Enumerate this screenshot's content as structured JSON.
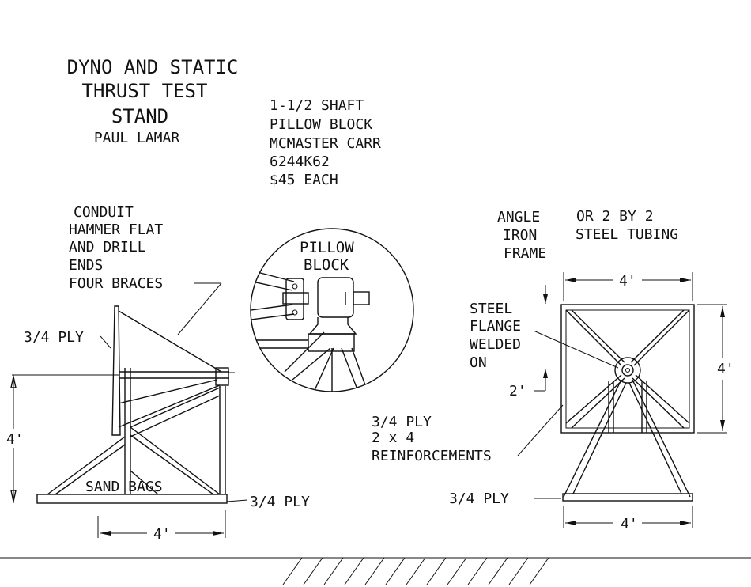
{
  "title": {
    "line1": "DYNO AND STATIC",
    "line2": "THRUST TEST",
    "line3": "STAND",
    "author": "PAUL LAMAR"
  },
  "pillow_note": {
    "line1": "1-1/2 SHAFT",
    "line2": "PILLOW BLOCK",
    "line3": "MCMASTER CARR",
    "line4": "6244K62",
    "line5": "$45 EACH"
  },
  "conduit_note": {
    "line1": "CONDUIT",
    "line2": "HAMMER FLAT",
    "line3": "AND DRILL",
    "line4": "ENDS",
    "line5": "FOUR BRACES"
  },
  "detail": {
    "line1": "PILLOW",
    "line2": "BLOCK"
  },
  "frame_note": {
    "angle1": "ANGLE",
    "angle2": "IRON",
    "angle3": "FRAME",
    "or1": "OR 2 BY 2",
    "or2": "STEEL TUBING"
  },
  "flange_note": {
    "line1": "STEEL",
    "line2": "FLANGE",
    "line3": "WELDED",
    "line4": "ON"
  },
  "reinf_note": {
    "line1": "3/4 PLY",
    "line2": "2 x 4",
    "line3": "REINFORCEMENTS"
  },
  "side_view": {
    "ply_top": "3/4 PLY",
    "ply_base": "3/4 PLY",
    "sand_bags": "SAND BAGS",
    "height": "4'",
    "width": "4'"
  },
  "front_view": {
    "top_width": "4'",
    "right_height": "4'",
    "offset": "2'",
    "ply_base": "3/4 PLY",
    "bottom_width": "4'"
  }
}
